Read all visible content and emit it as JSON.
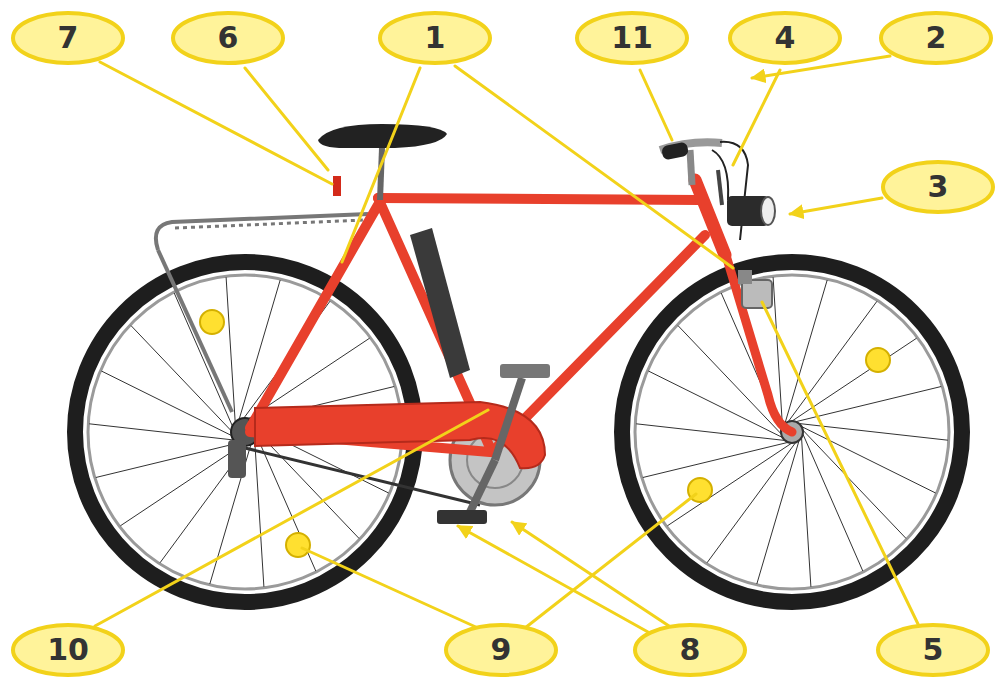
{
  "diagram": {
    "nodes": [
      {
        "text": [
          "7"
        ]
      },
      {
        "text": [
          "6"
        ]
      },
      {
        "text": [
          "1"
        ]
      },
      {
        "text": [
          "11"
        ]
      },
      {
        "text": [
          "4"
        ]
      },
      {
        "text": [
          "2"
        ]
      },
      {
        "text": [
          "3"
        ]
      },
      {
        "text": [
          "10"
        ]
      },
      {
        "text": [
          "9"
        ]
      },
      {
        "text": [
          "8"
        ]
      },
      {
        "text": [
          "5"
        ]
      }
    ]
  }
}
